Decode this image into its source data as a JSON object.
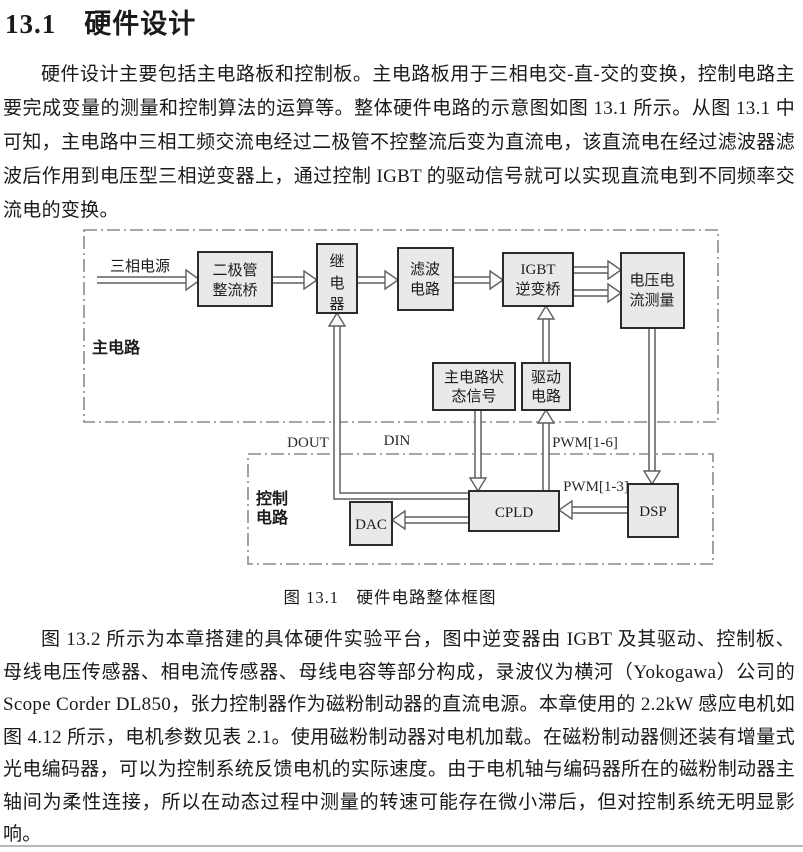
{
  "page": {
    "heading": "13.1　硬件设计",
    "paragraph_1": "硬件设计主要包括主电路板和控制板。主电路板用于三相电交-直-交的变换，控制电路主要完成变量的测量和控制算法的运算等。整体硬件电路的示意图如图 13.1 所示。从图 13.1 中可知，主电路中三相工频交流电经过二极管不控整流后变为直流电，该直流电在经过滤波器滤波后作用到电压型三相逆变器上，通过控制 IGBT 的驱动信号就可以实现直流电到不同频率交流电的变换。",
    "figure_caption": "图 13.1　硬件电路整体框图",
    "paragraph_2": "图 13.2 所示为本章搭建的具体硬件实验平台，图中逆变器由 IGBT 及其驱动、控制板、母线电压传感器、相电流传感器、母线电容等部分构成，录波仪为横河（Yokogawa）公司的 Scope Corder DL850，张力控制器作为磁粉制动器的直流电源。本章使用的 2.2kW 感应电机如图 4.12 所示，电机参数见表 2.1。使用磁粉制动器对电机加载。在磁粉制动器侧还装有增量式光电编码器，可以为控制系统反馈电机的实际速度。由于电机轴与编码器所在的磁粉制动器主轴间为柔性连接，所以在动态过程中测量的转速可能存在微小滞后，但对控制系统无明显影响。"
  },
  "diagram": {
    "source_label": "三相电源",
    "region_main": "主电路",
    "region_control": [
      "控制",
      "电路"
    ],
    "blocks": {
      "rectifier": [
        "二极管",
        "整流桥"
      ],
      "relay": [
        "继",
        "电",
        "器"
      ],
      "filter": [
        "滤波",
        "电路"
      ],
      "inverter": [
        "IGBT",
        "逆变桥"
      ],
      "measure": [
        "电压电",
        "流测量"
      ],
      "status": [
        "主电路状",
        "态信号"
      ],
      "drive": [
        "驱动",
        "电路"
      ],
      "dac": "DAC",
      "cpld": "CPLD",
      "dsp": "DSP"
    },
    "signals": {
      "dout": "DOUT",
      "din": "DIN",
      "pwm16": "PWM[1-6]",
      "pwm13": "PWM[1-3]"
    },
    "colors": {
      "box_fill": "#e9e9e9",
      "box_border": "#2b2b2b",
      "region_border": "#8a8a8a",
      "connector": "#5f5f5f"
    }
  }
}
